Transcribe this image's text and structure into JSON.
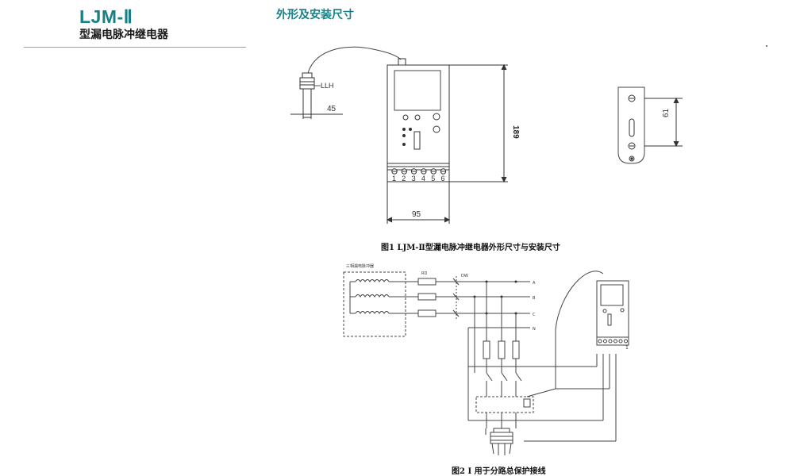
{
  "header": {
    "model": "LJM-Ⅱ",
    "subtitle": "型漏电脉冲继电器",
    "section_title": "外形及安装尺寸"
  },
  "figure1": {
    "caption": "图1 LJM-Ⅱ型漏电脉冲继电器外形尺寸与安装尺寸",
    "sensor_label": "LLH",
    "dim_sensor": "45",
    "dim_height": "189",
    "dim_width": "95",
    "dim_bracket": "61",
    "terminals": [
      "1",
      "2",
      "3",
      "4",
      "5",
      "6"
    ]
  },
  "figure2": {
    "caption": "图2 Ⅰ 用于分路总保护接线",
    "box_label": "三相漏电脉冲器",
    "fuse_label": "RD",
    "switch_label": "DW",
    "phases": [
      "A",
      "B",
      "C",
      "N"
    ],
    "relay_terminal_hint": "1"
  }
}
